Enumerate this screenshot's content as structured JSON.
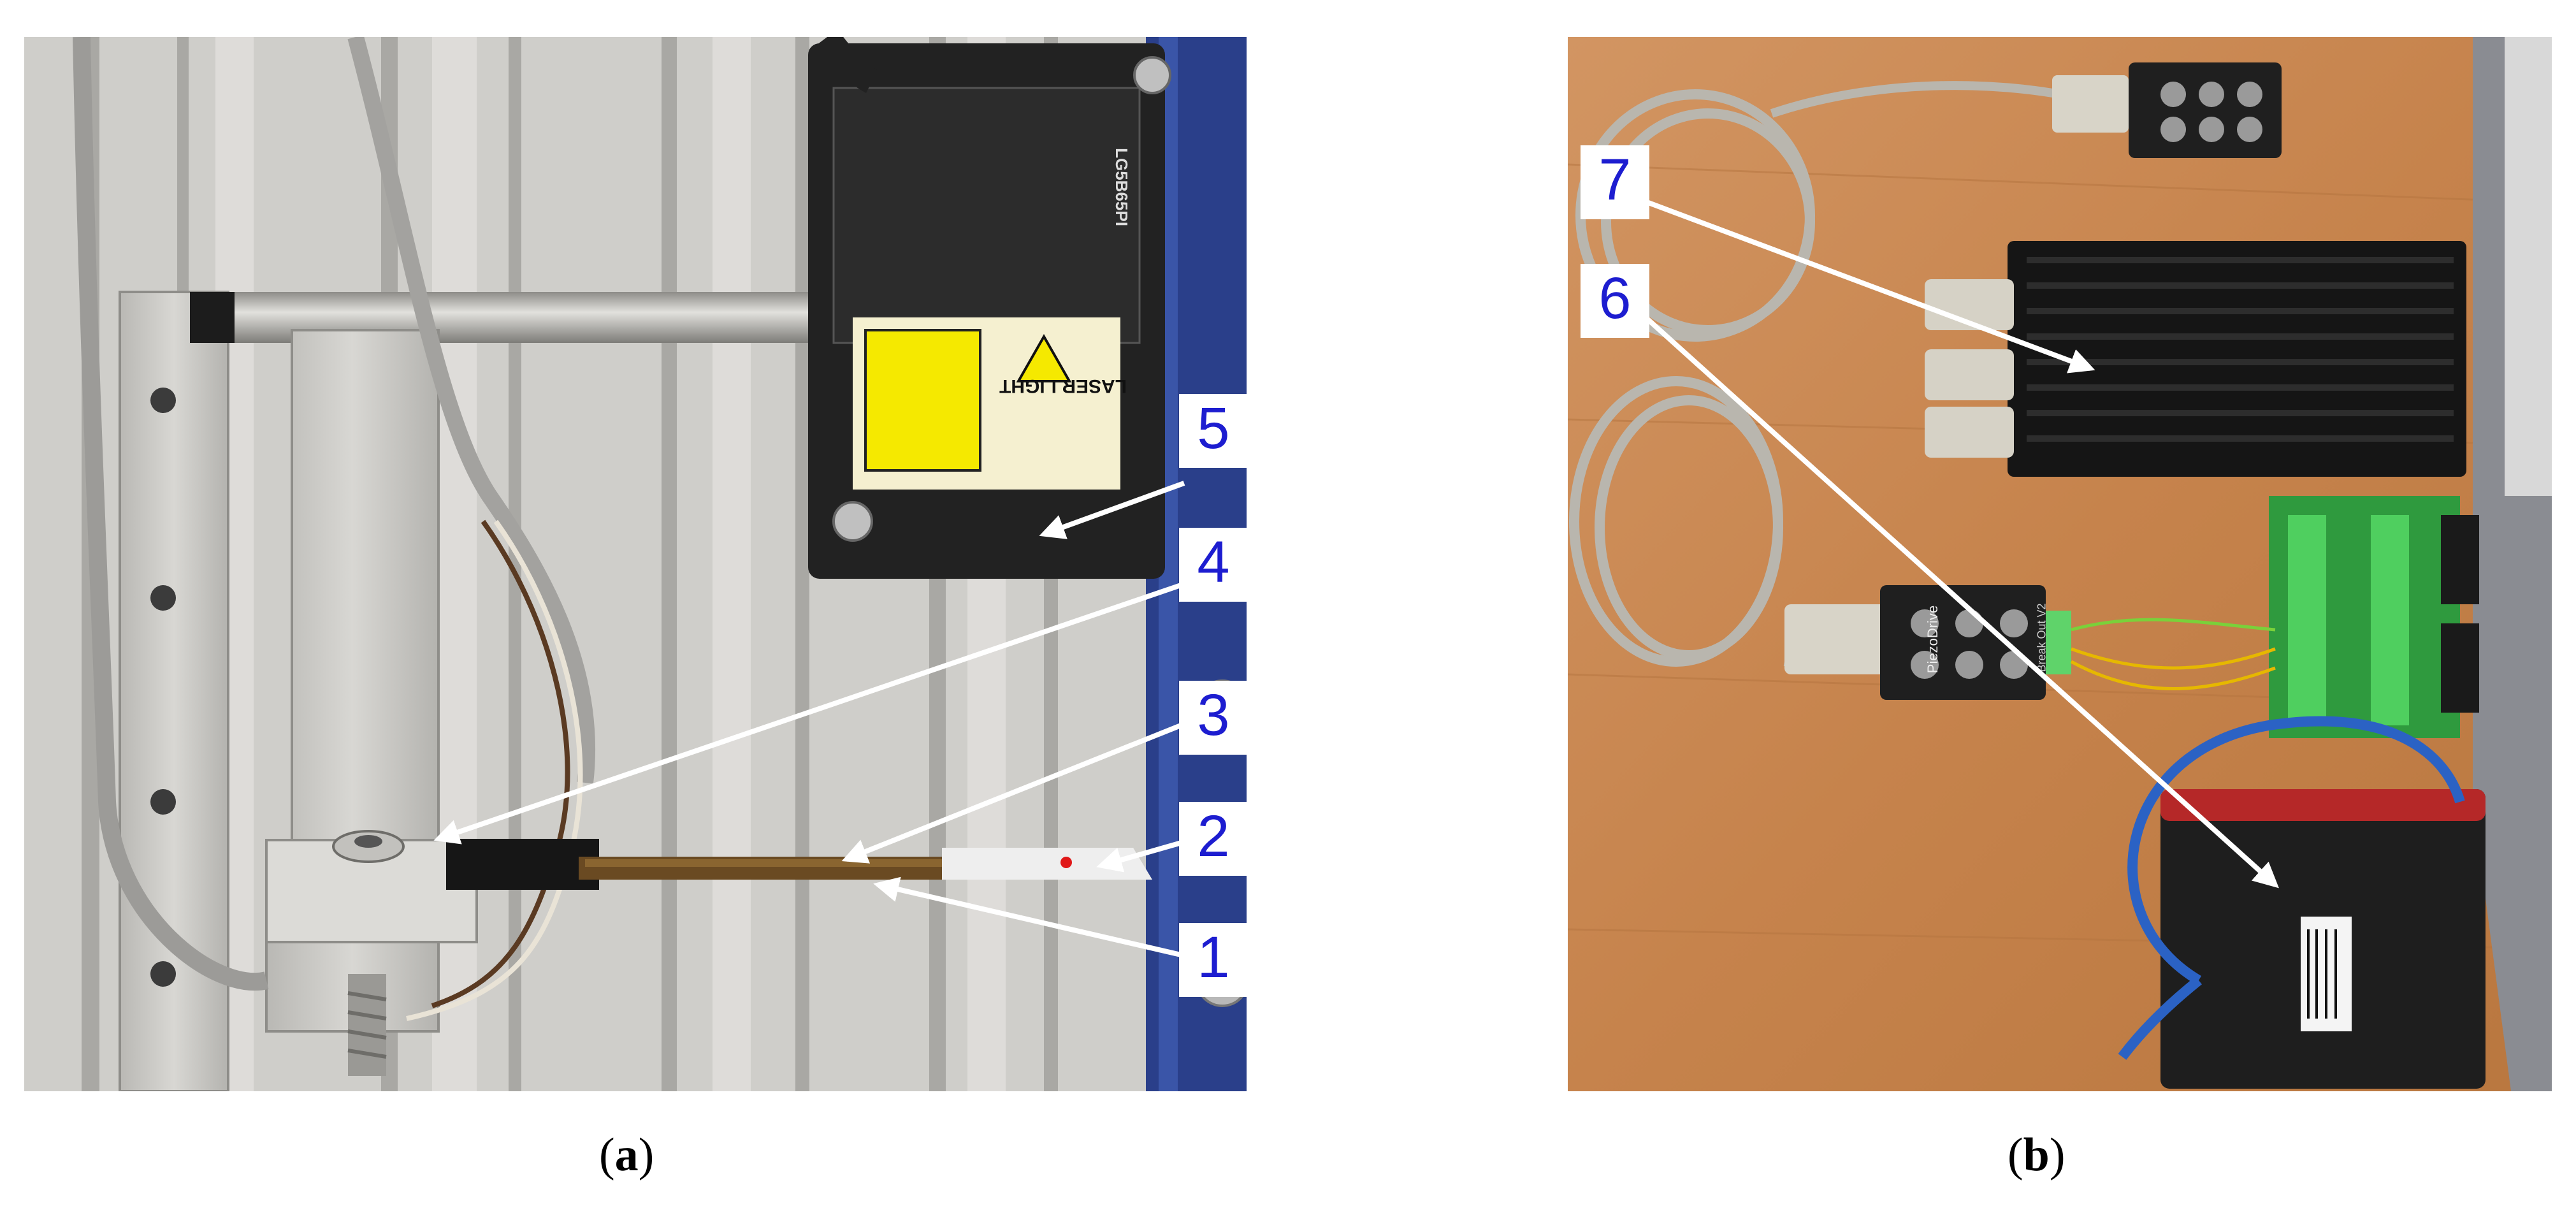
{
  "panels": [
    {
      "id": "a",
      "caption_open": "(",
      "caption_letter": "a",
      "caption_close": ")",
      "label_text": {
        "laser_title": "LASER LIGHT",
        "model": "LG5B65PI"
      },
      "callouts": [
        {
          "label": "1",
          "target": "cantilever-bottom-edge"
        },
        {
          "label": "2",
          "target": "reflective-tip"
        },
        {
          "label": "3",
          "target": "piezo-patch"
        },
        {
          "label": "4",
          "target": "clamp"
        },
        {
          "label": "5",
          "target": "laser-displacement-sensor"
        }
      ]
    },
    {
      "id": "b",
      "caption_open": "(",
      "caption_letter": "b",
      "caption_close": ")",
      "label_text": {
        "breakout_brand": "PiezoDrive",
        "breakout_model": "Break Out V2"
      },
      "callouts": [
        {
          "label": "6",
          "target": "data-acquisition-box"
        },
        {
          "label": "7",
          "target": "piezo-amplifier"
        }
      ]
    }
  ],
  "colors": {
    "callout_text": "#1d1dd0",
    "arrow": "#ffffff",
    "table_wood": "#c98a55",
    "aluminium": "#c9c8c4"
  }
}
